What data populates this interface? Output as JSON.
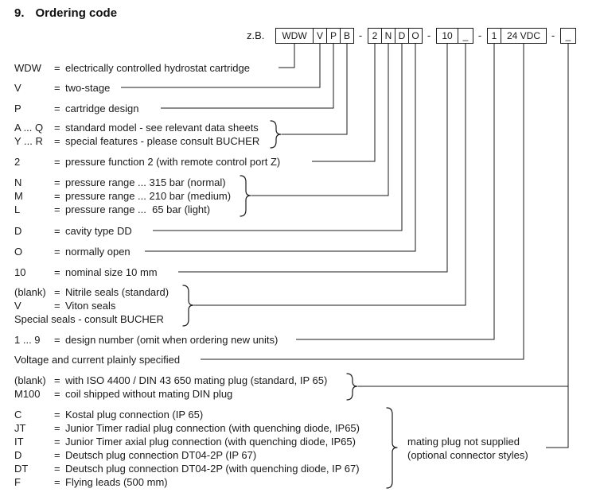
{
  "page": {
    "heading_number": "9.",
    "heading_title": "Ordering code",
    "example_label": "z.B."
  },
  "symbols": {
    "dash": "-",
    "eq": "="
  },
  "code_boxes": {
    "group1": [
      "WDW",
      "V",
      "P",
      "B"
    ],
    "group2": [
      "2",
      "N",
      "D",
      "O"
    ],
    "group3": [
      "10",
      "_"
    ],
    "group4": [
      "1",
      "24 VDC"
    ],
    "group5": [
      "_"
    ]
  },
  "rows": [
    {
      "code": "WDW",
      "desc": "electrically controlled hydrostat cartridge"
    },
    {
      "code": "V",
      "desc": "two-stage"
    },
    {
      "code": "P",
      "desc": "cartridge design"
    },
    {
      "code": "A ... Q",
      "desc": "standard model - see relevant data sheets"
    },
    {
      "code": "Y ... R",
      "desc": "special features - please consult BUCHER"
    },
    {
      "code": "2",
      "desc": "pressure function 2 (with remote control port Z)"
    },
    {
      "code": "N",
      "desc": "pressure range ... 315 bar (normal)"
    },
    {
      "code": "M",
      "desc": "pressure range ... 210 bar (medium)"
    },
    {
      "code": "L",
      "desc": "pressure range ...  65 bar (light)"
    },
    {
      "code": "D",
      "desc": "cavity type DD"
    },
    {
      "code": "O",
      "desc": "normally open"
    },
    {
      "code": "10",
      "desc": "nominal size 10 mm"
    },
    {
      "code": "(blank)",
      "desc": "Nitrile seals (standard)"
    },
    {
      "code": "V",
      "desc": "Viton seals"
    },
    {
      "text": "Special seals - consult BUCHER"
    },
    {
      "code": "1 ... 9",
      "desc": "design number (omit when ordering new units)"
    },
    {
      "text": "Voltage and current plainly specified"
    },
    {
      "code": "(blank)",
      "desc": "with ISO 4400 / DIN 43 650 mating plug (standard, IP 65)"
    },
    {
      "code": "M100",
      "desc": "coil shipped without mating DIN plug"
    },
    {
      "code": "C",
      "desc": "Kostal plug connection (IP 65)"
    },
    {
      "code": "JT",
      "desc": "Junior Timer radial plug connection (with quenching diode, IP65)"
    },
    {
      "code": "IT",
      "desc": "Junior Timer axial plug connection (with quenching diode, IP65)"
    },
    {
      "code": "D",
      "desc": "Deutsch plug connection DT04-2P (IP 67)"
    },
    {
      "code": "DT",
      "desc": "Deutsch plug connection DT04-2P (with quenching diode, IP 67)"
    },
    {
      "code": "F",
      "desc": "Flying leads (500 mm)"
    }
  ],
  "note": {
    "line1": "mating plug not supplied",
    "line2": "(optional connector styles)"
  }
}
